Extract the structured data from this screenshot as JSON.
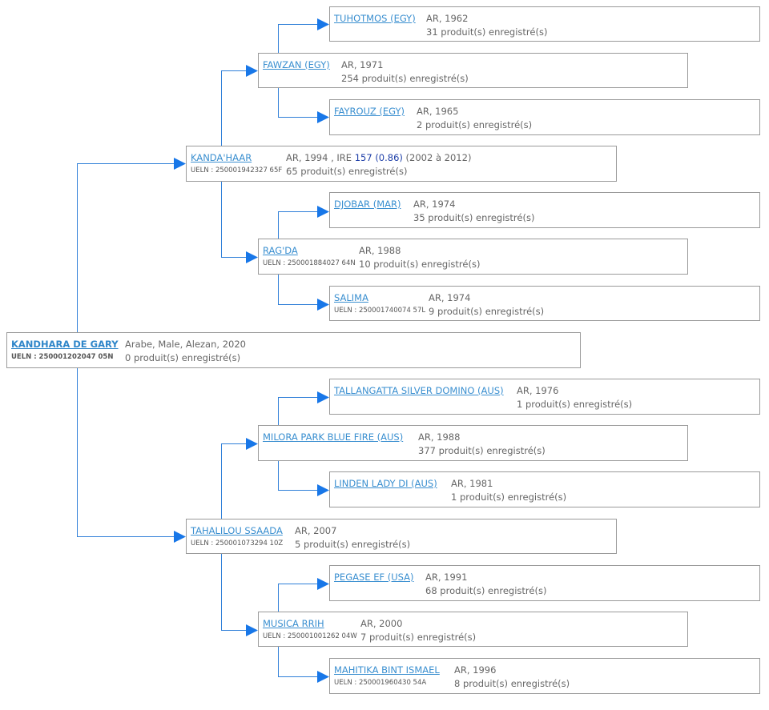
{
  "root": {
    "name": "KANDHARA DE GARY",
    "ueln": "UELN : 250001202047 05N",
    "info": "Arabe, Male, Alezan, 2020",
    "products": "0 produit(s) enregistré(s)"
  },
  "sire": {
    "name": "KANDA'HAAR",
    "ueln": "UELN : 250001942327 65F",
    "info_prefix": "AR, 1994 , IRE ",
    "ire": "157 (0.86)",
    "info_suffix": " (2002 à 2012)",
    "products": "65 produit(s) enregistré(s)"
  },
  "dam": {
    "name": "TAHALILOU SSAADA",
    "ueln": "UELN : 250001073294 10Z",
    "info": "AR, 2007",
    "products": "5 produit(s) enregistré(s)"
  },
  "ss": {
    "name": "FAWZAN (EGY)",
    "info": "AR, 1971",
    "products": "254 produit(s) enregistré(s)"
  },
  "sd": {
    "name": "RAG'DA",
    "ueln": "UELN : 250001884027 64N",
    "info": "AR, 1988",
    "products": "10 produit(s) enregistré(s)"
  },
  "ds": {
    "name": "MILORA PARK BLUE FIRE (AUS)",
    "info": "AR, 1988",
    "products": "377 produit(s) enregistré(s)"
  },
  "dd": {
    "name": "MUSICA RRIH",
    "ueln": "UELN : 250001001262 04W",
    "info": "AR, 2000",
    "products": "7 produit(s) enregistré(s)"
  },
  "sss": {
    "name": "TUHOTMOS (EGY)",
    "info": "AR, 1962",
    "products": "31 produit(s) enregistré(s)"
  },
  "ssd": {
    "name": "FAYROUZ (EGY)",
    "info": "AR, 1965",
    "products": "2 produit(s) enregistré(s)"
  },
  "sds": {
    "name": "DJOBAR (MAR)",
    "info": "AR, 1974",
    "products": "35 produit(s) enregistré(s)"
  },
  "sdd": {
    "name": "SALIMA",
    "ueln": "UELN : 250001740074 57L",
    "info": "AR, 1974",
    "products": "9 produit(s) enregistré(s)"
  },
  "dss": {
    "name": "TALLANGATTA SILVER DOMINO (AUS)",
    "info": "AR, 1976",
    "products": "1 produit(s) enregistré(s)"
  },
  "dsd": {
    "name": "LINDEN LADY DI (AUS)",
    "info": "AR, 1981",
    "products": "1 produit(s) enregistré(s)"
  },
  "dds": {
    "name": "PEGASE EF (USA)",
    "info": "AR, 1991",
    "products": "68 produit(s) enregistré(s)"
  },
  "ddd": {
    "name": "MAHITIKA BINT ISMAEL",
    "ueln": "UELN : 250001960430 54A",
    "info": "AR, 1996",
    "products": "8 produit(s) enregistré(s)"
  },
  "colors": {
    "link": "#3a8fd0",
    "connector": "#2f7fd8",
    "border": "#9a9a9a",
    "ire": "#1e3fa8"
  }
}
